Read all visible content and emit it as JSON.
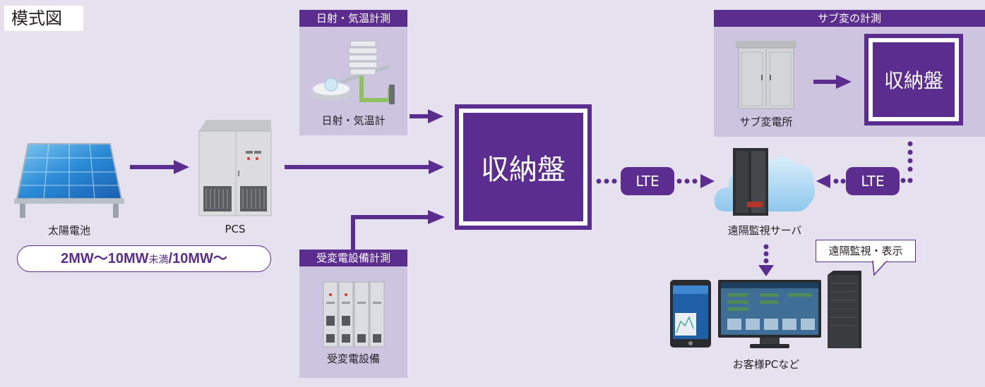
{
  "title": "模式図",
  "solar": {
    "label": "太陽電池"
  },
  "pcs": {
    "label": "PCS"
  },
  "capacity": {
    "part1": "2MW～10MW",
    "part2": "未満",
    "part3": "/10MW～"
  },
  "weather_panel": {
    "header": "日射・気温計測",
    "label": "日射・気温計"
  },
  "substation_panel": {
    "header": "受変電設備計測",
    "label": "受変電設備"
  },
  "main_box": {
    "label": "収納盤"
  },
  "sub_panel": {
    "header": "サブ変の計測",
    "station_label": "サブ変電所",
    "box_label": "収納盤"
  },
  "lte_left": "LTE",
  "lte_right": "LTE",
  "server": {
    "label": "遠隔監視サーバ"
  },
  "callout": "遠隔監視・表示",
  "customer": {
    "label": "お客様PCなど"
  },
  "colors": {
    "accent": "#5a2d8f",
    "panel": "#cdc4e0",
    "background": "#e6e1ef"
  }
}
